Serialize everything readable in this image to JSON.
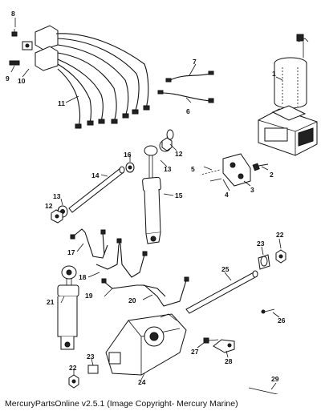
{
  "footer": "MercuryPartsOnline v2.5.1 (Image Copyright- Mercury Marine)",
  "callouts": {
    "c1": "1",
    "c2": "2",
    "c3": "3",
    "c4": "4",
    "c5": "5",
    "c6": "6",
    "c7": "7",
    "c8": "8",
    "c9": "9",
    "c10": "10",
    "c11": "11",
    "c12a": "12",
    "c12b": "12",
    "c13a": "13",
    "c13b": "13",
    "c14": "14",
    "c15": "15",
    "c16": "16",
    "c17": "17",
    "c18": "18",
    "c19": "19",
    "c20": "20",
    "c21": "21",
    "c22a": "22",
    "c22b": "22",
    "c23a": "23",
    "c23b": "23",
    "c24": "24",
    "c25": "25",
    "c26": "26",
    "c27": "27",
    "c28": "28",
    "c29": "29"
  }
}
